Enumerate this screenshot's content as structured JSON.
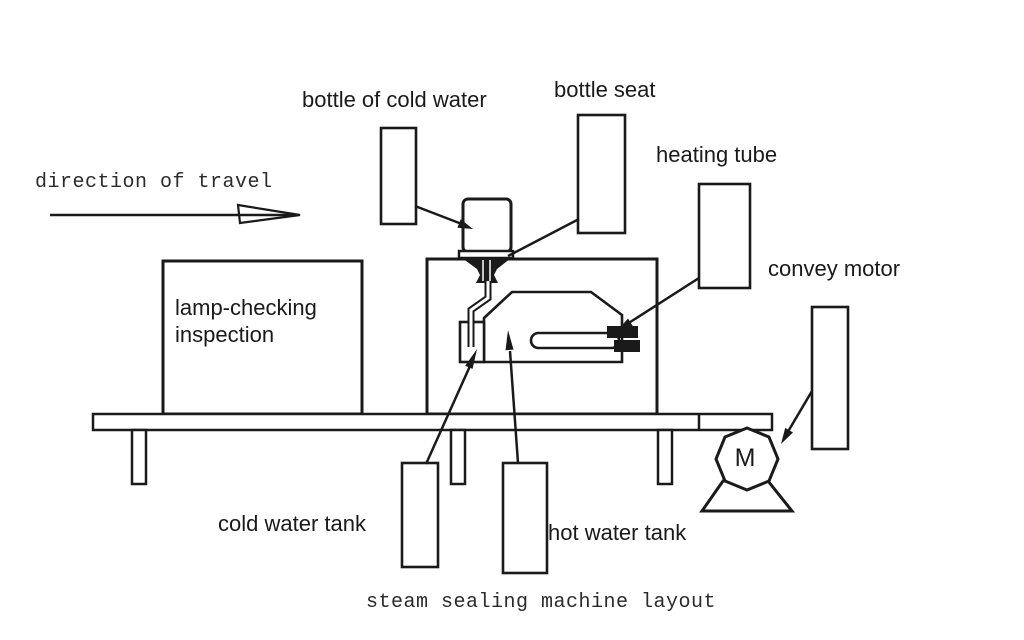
{
  "caption": "steam sealing machine layout",
  "direction": {
    "label": "direction of travel"
  },
  "labels": {
    "bottle_of_cold_water": "bottle of cold water",
    "bottle_seat": "bottle seat",
    "heating_tube": "heating tube",
    "convey_motor": "convey motor",
    "lamp_checking_line1": "lamp-checking",
    "lamp_checking_line2": "inspection",
    "cold_water_tank": "cold water tank",
    "hot_water_tank": "hot water tank"
  },
  "motor": {
    "letter": "M"
  },
  "colors": {
    "ink": "#1a1a1a",
    "background": "#ffffff"
  }
}
